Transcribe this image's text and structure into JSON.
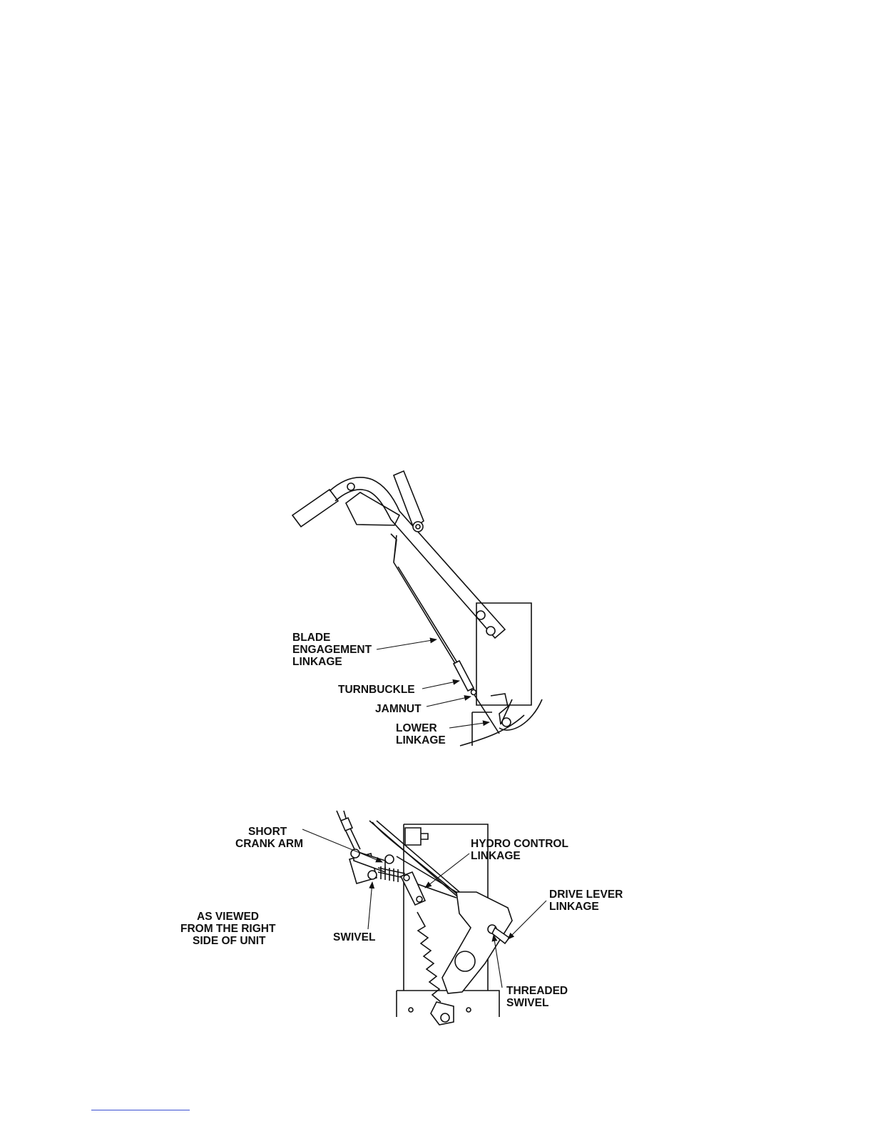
{
  "figure_top": {
    "labels": {
      "blade_engagement": [
        "BLADE",
        "ENGAGEMENT",
        "LINKAGE"
      ],
      "turnbuckle": "TURNBUCKLE",
      "jamnut": "JAMNUT",
      "lower_linkage": [
        "LOWER",
        "LINKAGE"
      ]
    }
  },
  "figure_bottom": {
    "labels": {
      "short_crank_arm": [
        "SHORT",
        "CRANK ARM"
      ],
      "hydro_control": [
        "HYDRO CONTROL",
        "LINKAGE"
      ],
      "drive_lever": [
        "DRIVE LEVER",
        "LINKAGE"
      ],
      "as_viewed": [
        "AS VIEWED",
        "FROM THE RIGHT",
        "SIDE OF UNIT"
      ],
      "swivel": "SWIVEL",
      "threaded_swivel": [
        "THREADED",
        "SWIVEL"
      ]
    }
  },
  "colors": {
    "line": "#111111",
    "footer_link": "#3a4fd0"
  }
}
